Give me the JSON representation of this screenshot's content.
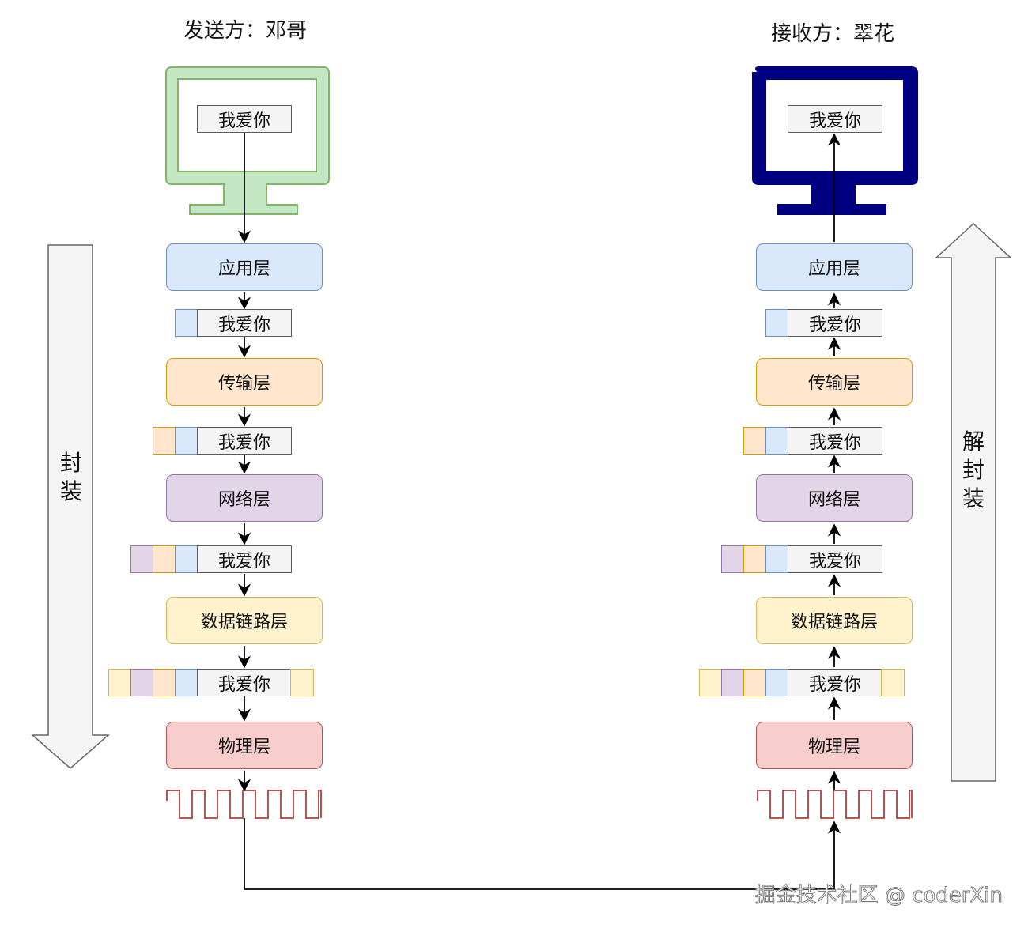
{
  "sender_title": "发送方：邓哥",
  "receiver_title": "接收方：翠花",
  "message": "我爱你",
  "layers": {
    "application": "应用层",
    "transport": "传输层",
    "network": "网络层",
    "datalink": "数据链路层",
    "physical": "物理层"
  },
  "encapsulate_label": "封装",
  "decapsulate_label": "解封装",
  "watermark": "掘金技术社区 @ coderXin",
  "colors": {
    "sender_monitor": "#82b366",
    "receiver_monitor": "#000080",
    "application": "#dae8fc",
    "transport": "#ffe6cc",
    "network": "#e1d5e7",
    "datalink": "#fff2cc",
    "physical": "#f8cecc",
    "signal": "#b85450"
  }
}
